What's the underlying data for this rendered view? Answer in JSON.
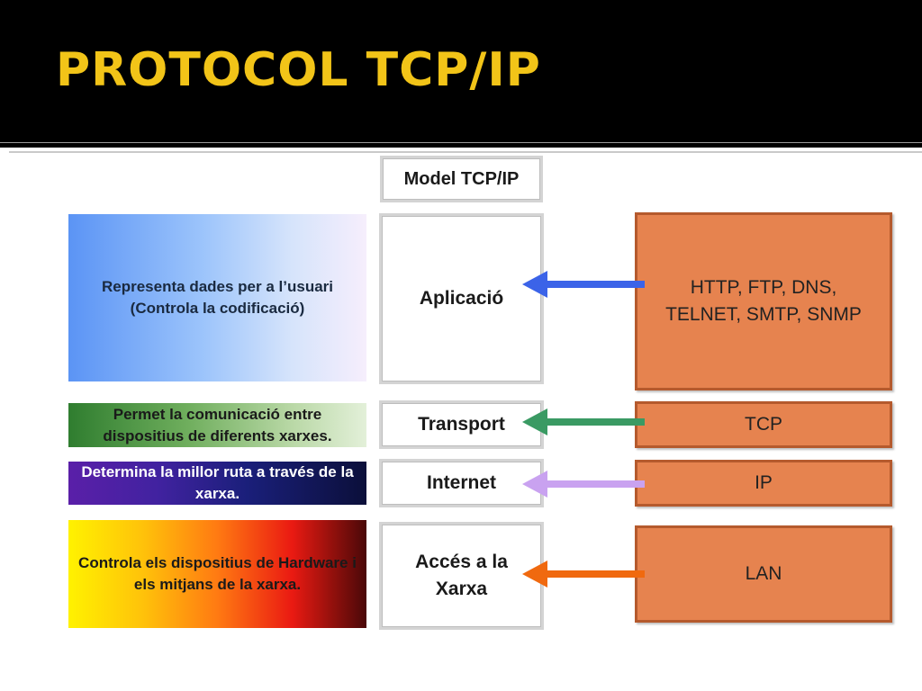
{
  "title": "PROTOCOL TCP/IP",
  "model_header": "Model TCP/IP",
  "rows": [
    {
      "layer": "Aplicació",
      "description": "Representa dades per a l’usuari (Controla la codificació)",
      "protocols": "HTTP, FTP, DNS, TELNET, SMTP, SNMP",
      "arrow_color": "#3b63e8"
    },
    {
      "layer": "Transport",
      "description": "Permet la comunicació entre dispositius de diferents xarxes.",
      "protocols": "TCP",
      "arrow_color": "#3a9a63"
    },
    {
      "layer": "Internet",
      "description": "Determina la millor ruta a través de la xarxa.",
      "protocols": "IP",
      "arrow_color": "#c9a2f0"
    },
    {
      "layer": "Accés a la Xarxa",
      "description": "Controla els dispositius de Hardware i els mitjans de la xarxa.",
      "protocols": "LAN",
      "arrow_color": "#f0690f"
    }
  ],
  "colors": {
    "title": "#f2c418",
    "protocol_fill": "#e6834f",
    "protocol_border": "#b55a2d"
  }
}
